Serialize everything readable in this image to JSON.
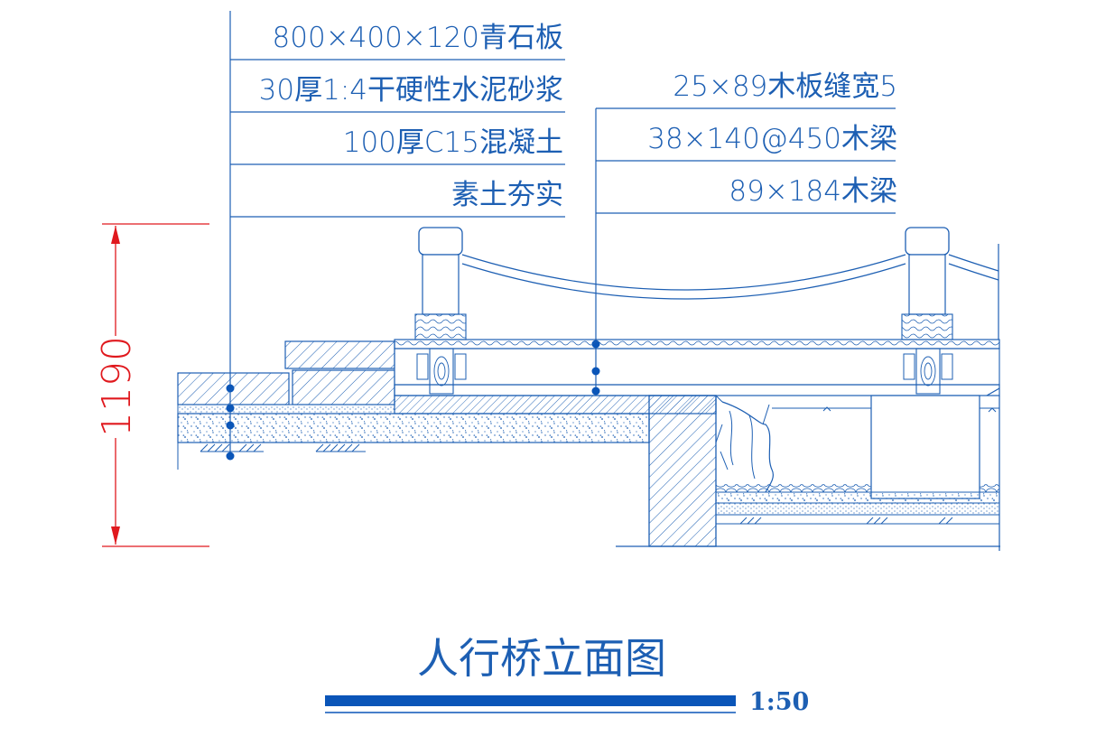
{
  "drawing": {
    "title": "人行桥立面图",
    "scale": "1:50",
    "dimension": "1190",
    "left_callouts": [
      "800×400×120青石板",
      "30厚1:4干硬性水泥砂浆",
      "100厚C15混凝土",
      "素土夯实"
    ],
    "right_callouts": [
      "25×89木板缝宽5",
      "38×140@450木梁",
      "89×184木梁"
    ]
  },
  "colors": {
    "linework": "#1d5fb3",
    "dimension": "#e0191e",
    "scale_bar": "#0a55b8"
  }
}
